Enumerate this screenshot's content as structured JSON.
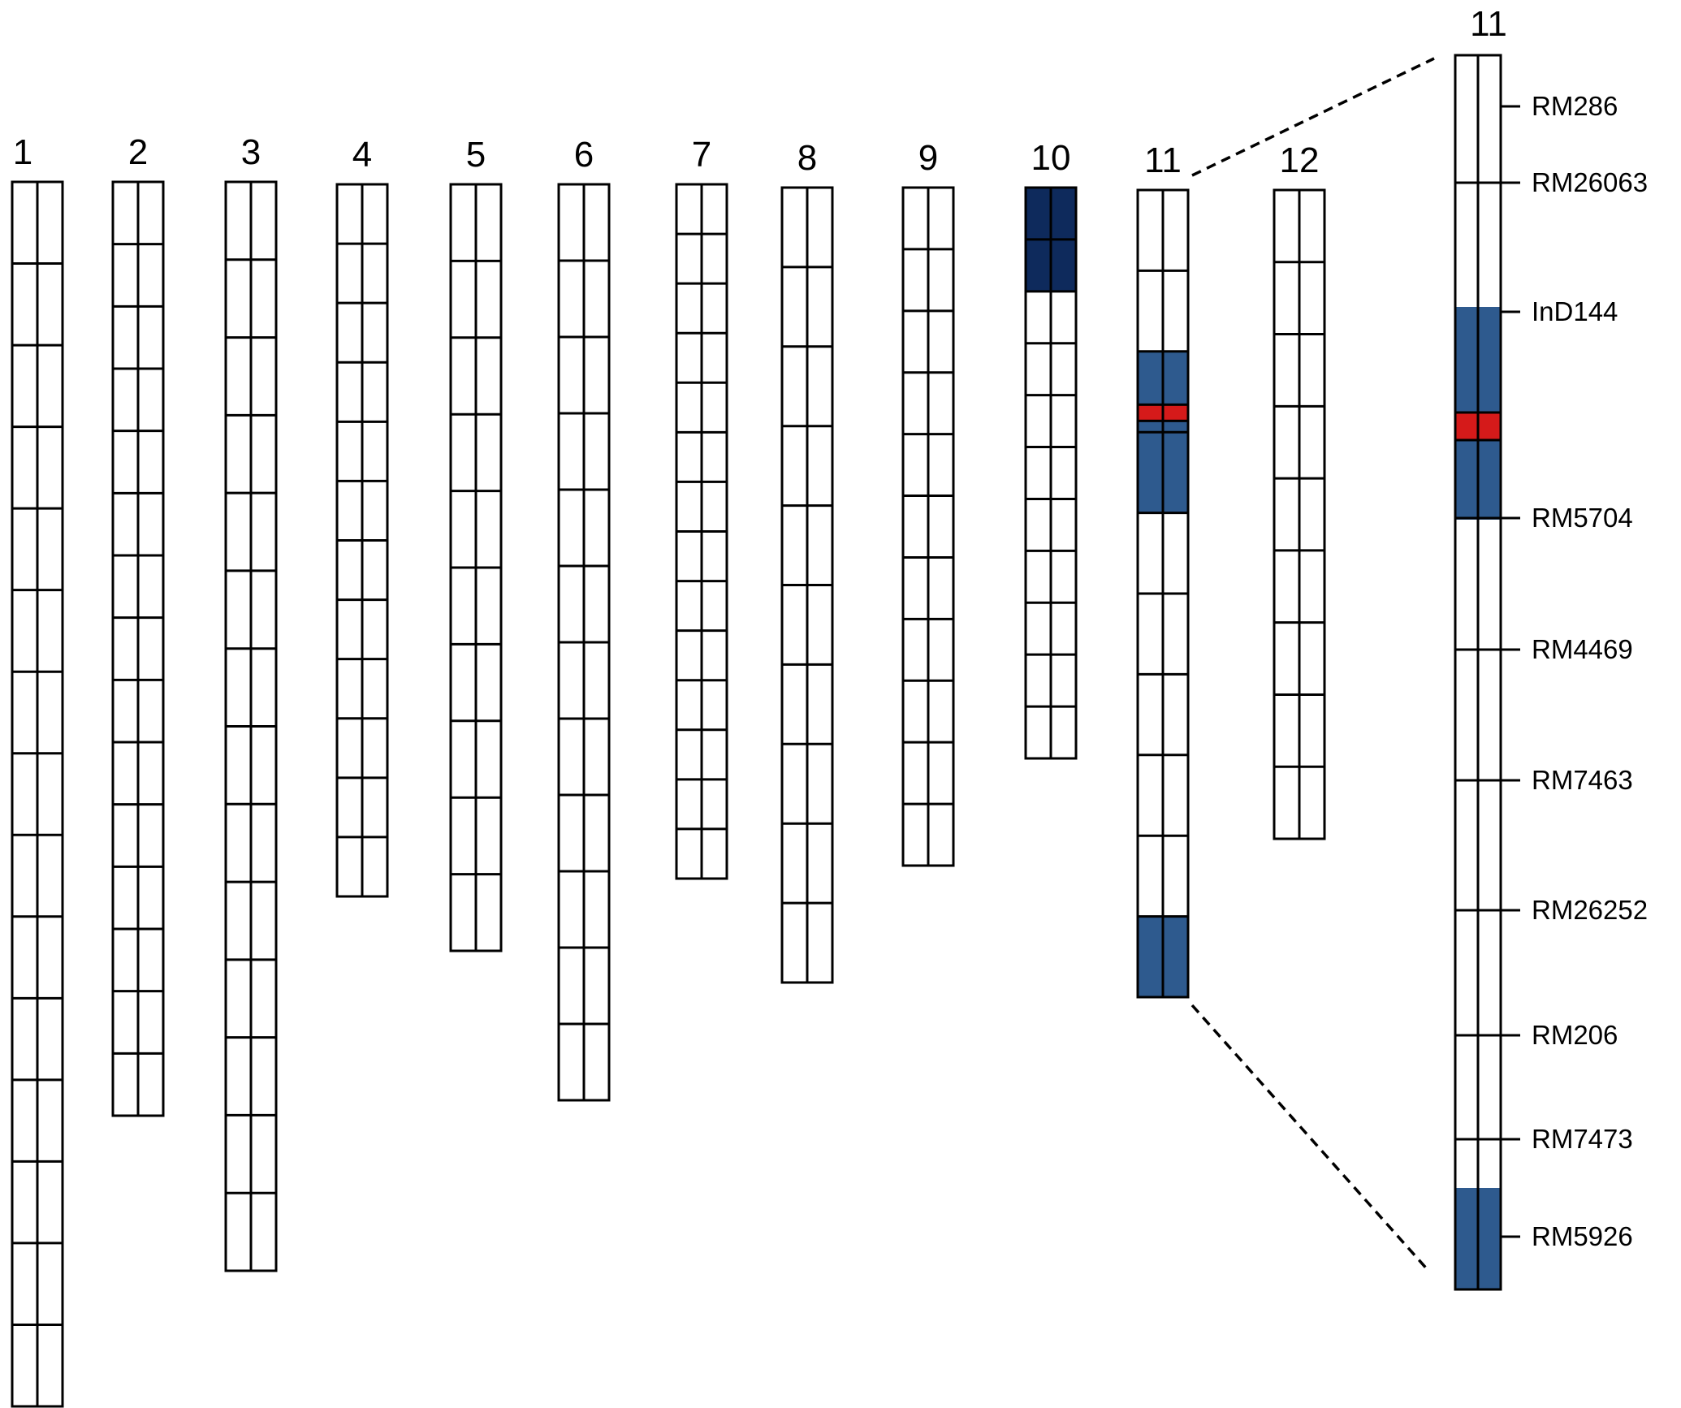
{
  "colors": {
    "introgression": "#2e5a8e",
    "introgression_dark": "#0e2a5c",
    "target_locus": "#d51a1a",
    "outline": "#000000",
    "background": "#ffffff"
  },
  "chromosomes": [
    {
      "label": "1",
      "segments": 15
    },
    {
      "label": "2",
      "segments": 15
    },
    {
      "label": "3",
      "segments": 14
    },
    {
      "label": "4",
      "segments": 12
    },
    {
      "label": "5",
      "segments": 10
    },
    {
      "label": "6",
      "segments": 12
    },
    {
      "label": "7",
      "segments": 14
    },
    {
      "label": "8",
      "segments": 10
    },
    {
      "label": "9",
      "segments": 11
    },
    {
      "label": "10",
      "segments": 11,
      "introgressions": [
        {
          "from_segment": 1,
          "to_segment": 2,
          "shade": "dark"
        }
      ]
    },
    {
      "label": "11",
      "segments": 10,
      "introgressions": [
        {
          "from_segment": 3,
          "to_segment": 4,
          "shade": "normal",
          "target_locus": true
        },
        {
          "from_segment": 10,
          "to_segment": 10,
          "shade": "normal"
        }
      ]
    },
    {
      "label": "12",
      "segments": 9
    }
  ],
  "detail": {
    "label": "11",
    "markers": [
      "RM286",
      "RM26063",
      "InD144",
      "RM5704",
      "RM4469",
      "RM7463",
      "RM26252",
      "RM206",
      "RM7473",
      "RM5926"
    ]
  }
}
